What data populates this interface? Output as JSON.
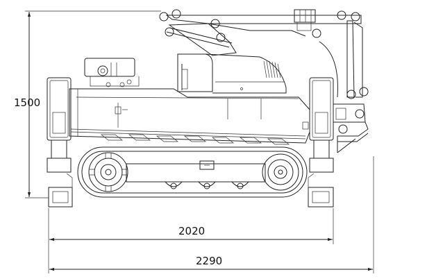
{
  "dimensions": {
    "height_label": "1500",
    "track_length_label": "2020",
    "overall_length_label": "2290"
  },
  "colors": {
    "line": "#222222",
    "background": "#ffffff"
  }
}
